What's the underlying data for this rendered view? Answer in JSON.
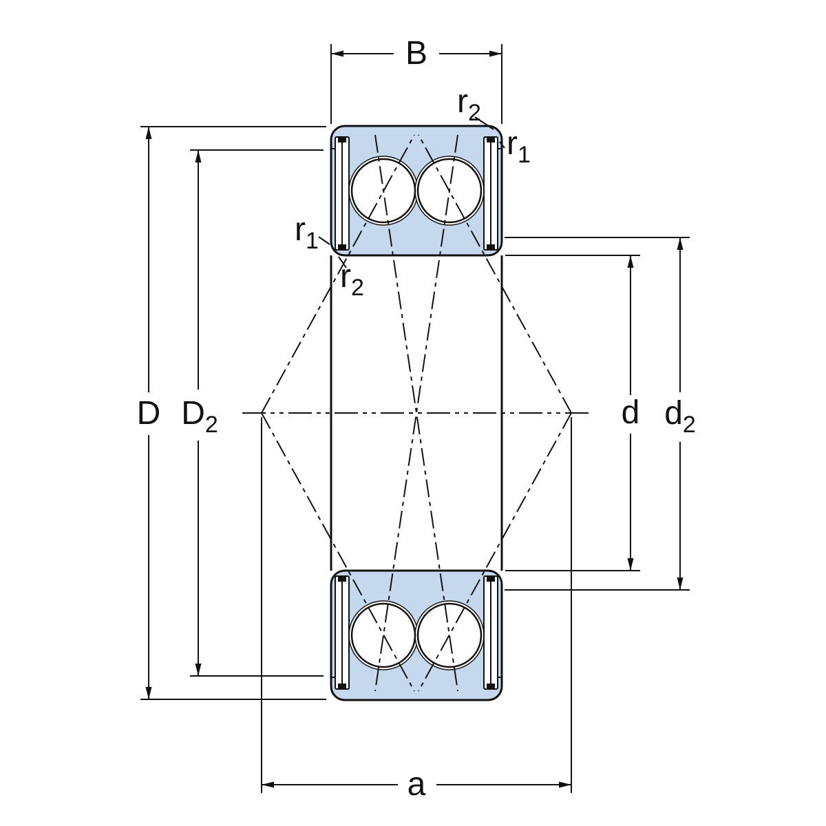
{
  "figure": {
    "type": "bearing cross-section technical drawing",
    "colors": {
      "background": "#ffffff",
      "ring_fill": "#c6d8ee",
      "line": "#111111"
    },
    "dimensions": {
      "B": {
        "base": "B",
        "sub": ""
      },
      "D": {
        "base": "D",
        "sub": ""
      },
      "D2": {
        "base": "D",
        "sub": "2"
      },
      "d": {
        "base": "d",
        "sub": ""
      },
      "d2": {
        "base": "d",
        "sub": "2"
      },
      "a": {
        "base": "a",
        "sub": ""
      },
      "r2_top_right": {
        "base": "r",
        "sub": "2"
      },
      "r1_top_right": {
        "base": "r",
        "sub": "1"
      },
      "r1_left": {
        "base": "r",
        "sub": "1"
      },
      "r2_left": {
        "base": "r",
        "sub": "2"
      }
    }
  }
}
